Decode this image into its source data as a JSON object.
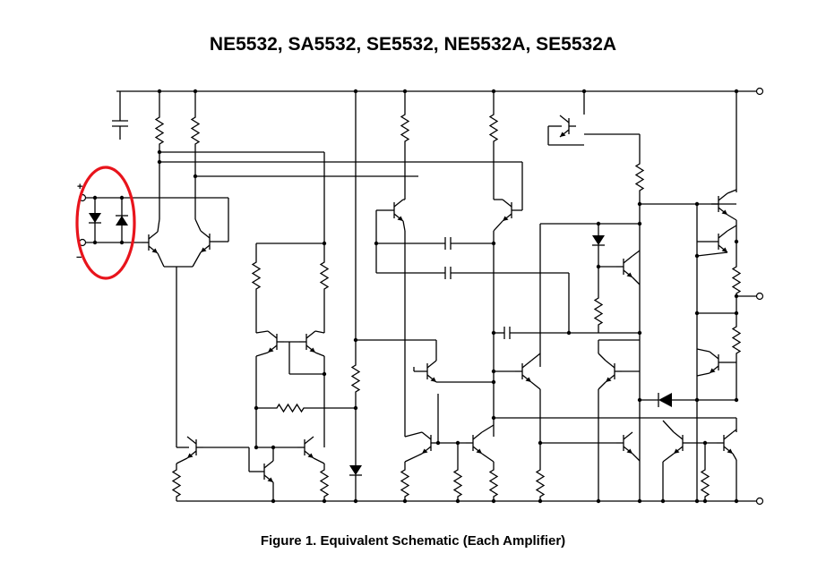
{
  "header": {
    "title": "NE5532, SA5532, SE5532, NE5532A, SE5532A"
  },
  "figure": {
    "caption": "Figure 1. Equivalent Schematic (Each Amplifier)"
  },
  "inputs": {
    "plus_label": "+",
    "minus_label": "−"
  },
  "highlight": {
    "color": "#e8141c",
    "shape": "ellipse"
  },
  "icons": [
    "transistor-icon",
    "resistor-icon",
    "diode-icon",
    "capacitor-icon",
    "terminal-icon"
  ]
}
